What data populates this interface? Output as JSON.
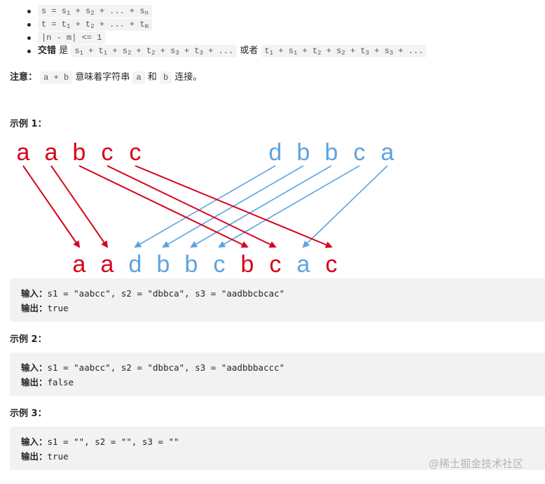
{
  "definition_bullets": [
    {
      "code_parts": [
        [
          "s = s",
          ""
        ],
        [
          "1",
          "sub"
        ],
        [
          " + s",
          ""
        ],
        [
          "2",
          "sub"
        ],
        [
          " + ... + s",
          ""
        ],
        [
          "n",
          "sub"
        ]
      ]
    },
    {
      "code_parts": [
        [
          "t = t",
          ""
        ],
        [
          "1",
          "sub"
        ],
        [
          " + t",
          ""
        ],
        [
          "2",
          "sub"
        ],
        [
          " + ... + t",
          ""
        ],
        [
          "m",
          "sub"
        ]
      ]
    },
    {
      "code_parts": [
        [
          "|n - m| <= 1",
          ""
        ]
      ]
    },
    {
      "label": "交错",
      "connector": "是",
      "option_a": [
        [
          "s",
          ""
        ],
        [
          "1",
          "sub"
        ],
        [
          " + t",
          ""
        ],
        [
          "1",
          "sub"
        ],
        [
          " + s",
          ""
        ],
        [
          "2",
          "sub"
        ],
        [
          " + t",
          ""
        ],
        [
          "2",
          "sub"
        ],
        [
          " + s",
          ""
        ],
        [
          "3",
          "sub"
        ],
        [
          " + t",
          ""
        ],
        [
          "3",
          "sub"
        ],
        [
          " + ...",
          ""
        ]
      ],
      "or_text": "或者",
      "option_b": [
        [
          "t",
          ""
        ],
        [
          "1",
          "sub"
        ],
        [
          " + s",
          ""
        ],
        [
          "1",
          "sub"
        ],
        [
          " + t",
          ""
        ],
        [
          "2",
          "sub"
        ],
        [
          " + s",
          ""
        ],
        [
          "2",
          "sub"
        ],
        [
          " + t",
          ""
        ],
        [
          "3",
          "sub"
        ],
        [
          " + s",
          ""
        ],
        [
          "3",
          "sub"
        ],
        [
          " + ...",
          ""
        ]
      ]
    }
  ],
  "note": {
    "label": "注意：",
    "code1": "a + b",
    "text1": "意味着字符串",
    "code2": "a",
    "text2": "和",
    "code3": "b",
    "text3": "连接。"
  },
  "examples": [
    {
      "title": "示例 1：",
      "input_label": "输入：",
      "input": "s1 = \"aabcc\", s2 = \"dbbca\", s3 = \"aadbbcbcac\"",
      "output_label": "输出：",
      "output": "true"
    },
    {
      "title": "示例 2：",
      "input_label": "输入：",
      "input": "s1 = \"aabcc\", s2 = \"dbbca\", s3 = \"aadbbbaccc\"",
      "output_label": "输出：",
      "output": "false"
    },
    {
      "title": "示例 3：",
      "input_label": "输入：",
      "input": "s1 = \"\", s2 = \"\", s3 = \"\"",
      "output_label": "输出：",
      "output": "true"
    }
  ],
  "diagram": {
    "colors": {
      "s1": "#d9001b",
      "s2": "#5ea3e0"
    },
    "s1_letters": [
      "a",
      "a",
      "b",
      "c",
      "c"
    ],
    "s2_letters": [
      "d",
      "b",
      "b",
      "c",
      "a"
    ],
    "s3_letters": [
      {
        "ch": "a",
        "src": "s1"
      },
      {
        "ch": "a",
        "src": "s1"
      },
      {
        "ch": "d",
        "src": "s2"
      },
      {
        "ch": "b",
        "src": "s2"
      },
      {
        "ch": "b",
        "src": "s2"
      },
      {
        "ch": "c",
        "src": "s2"
      },
      {
        "ch": "b",
        "src": "s1"
      },
      {
        "ch": "c",
        "src": "s1"
      },
      {
        "ch": "a",
        "src": "s2"
      },
      {
        "ch": "c",
        "src": "s1"
      }
    ]
  },
  "watermark": "@稀土掘金技术社区"
}
